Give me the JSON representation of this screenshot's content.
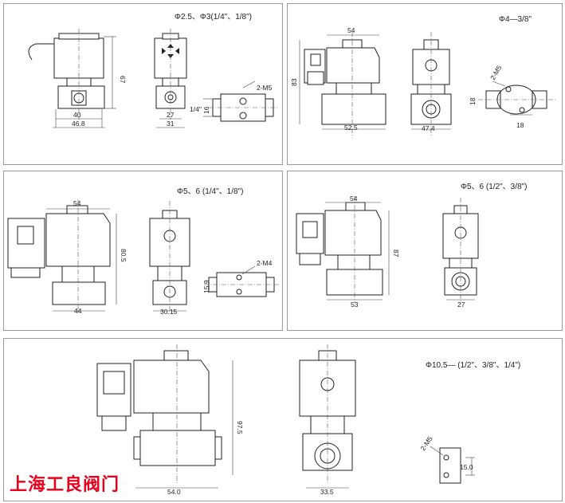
{
  "panels": [
    {
      "id": "p1",
      "spec": "Φ2.5、Φ3(1/4\"、1/8\")",
      "dims": {
        "height": "67",
        "width_top": "40",
        "width_bottom": "46.8",
        "side_top": "27",
        "side_bottom": "31",
        "port": "1/4\"",
        "mount_holes": "2-M5",
        "mount_spacing": "16"
      }
    },
    {
      "id": "p2",
      "spec": "Φ4—3/8\"",
      "dims": {
        "coil_width": "54",
        "height": "83",
        "body_length": "52.5",
        "side_width": "47.4",
        "mount_holes": "2-M5",
        "mount_spacing": "18",
        "mount_width": "18"
      }
    },
    {
      "id": "p3",
      "spec": "Φ5、6 (1/4\"、1/8\")",
      "dims": {
        "coil_width": "54",
        "height": "80.5",
        "body_length": "44",
        "side_width": "30.15",
        "mount_holes": "2-M4",
        "mount_spacing": "15.9"
      }
    },
    {
      "id": "p4",
      "spec": "Φ5、6 (1/2\"、3/8\")",
      "dims": {
        "coil_width": "54",
        "height": "87",
        "body_length": "53",
        "side_width": "27"
      }
    },
    {
      "id": "p5",
      "spec": "Φ10.5— (1/2\"、3/8\"、1/4\")",
      "dims": {
        "height": "97.5",
        "body_length": "54.0",
        "side_width": "33.5",
        "mount_holes": "2-M5",
        "mount_spacing": "15.0"
      }
    }
  ],
  "brand": {
    "name": "上海工良阀门",
    "color": "#e8001c"
  }
}
